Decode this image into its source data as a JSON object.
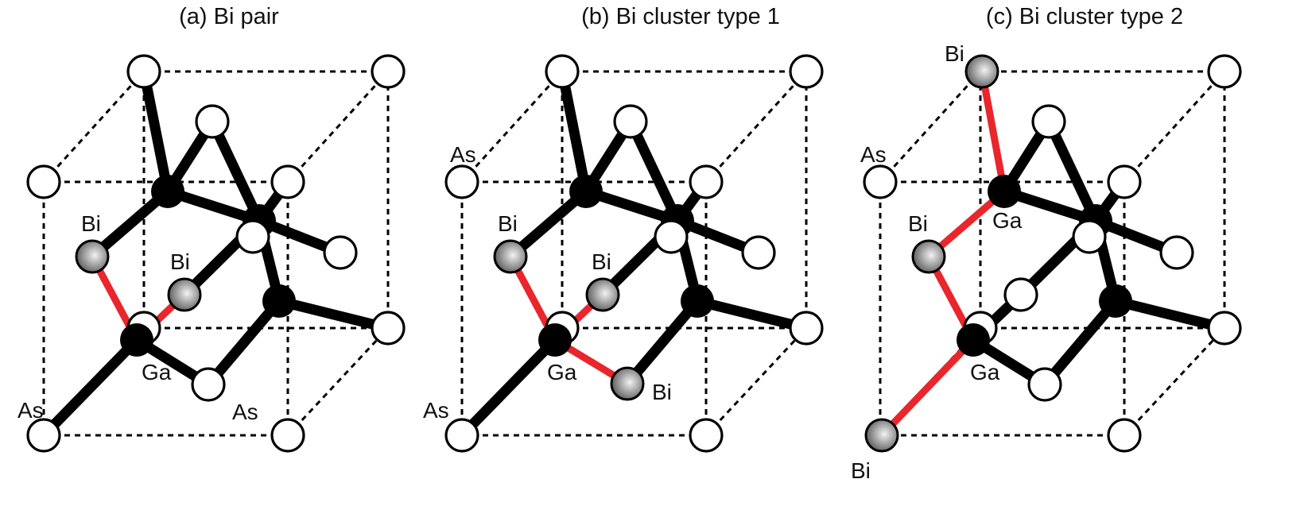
{
  "panels": [
    {
      "title": "(a) Bi pair",
      "labels": {
        "bi_1": "Bi",
        "bi_2": "Bi",
        "ga": "Ga",
        "as_corner": "As",
        "as_lower": "As"
      }
    },
    {
      "title": "(b) Bi cluster type 1",
      "labels": {
        "as_upper": "As",
        "bi_1": "Bi",
        "bi_2": "Bi",
        "ga": "Ga",
        "bi_3": "Bi",
        "as_corner": "As"
      }
    },
    {
      "title": "(c) Bi cluster type 2",
      "labels": {
        "bi_top": "Bi",
        "as_upper": "As",
        "bi_1": "Bi",
        "ga_upper": "Ga",
        "ga": "Ga",
        "bi_bottom": "Bi"
      }
    }
  ],
  "colors": {
    "bond": "#000000",
    "bi_bond": "#e8262c",
    "as_atom_fill": "#ffffff",
    "ga_atom_fill": "#000000",
    "bi_atom_light": "#f2f2f2",
    "bi_atom_dark": "#5a5a5a"
  }
}
